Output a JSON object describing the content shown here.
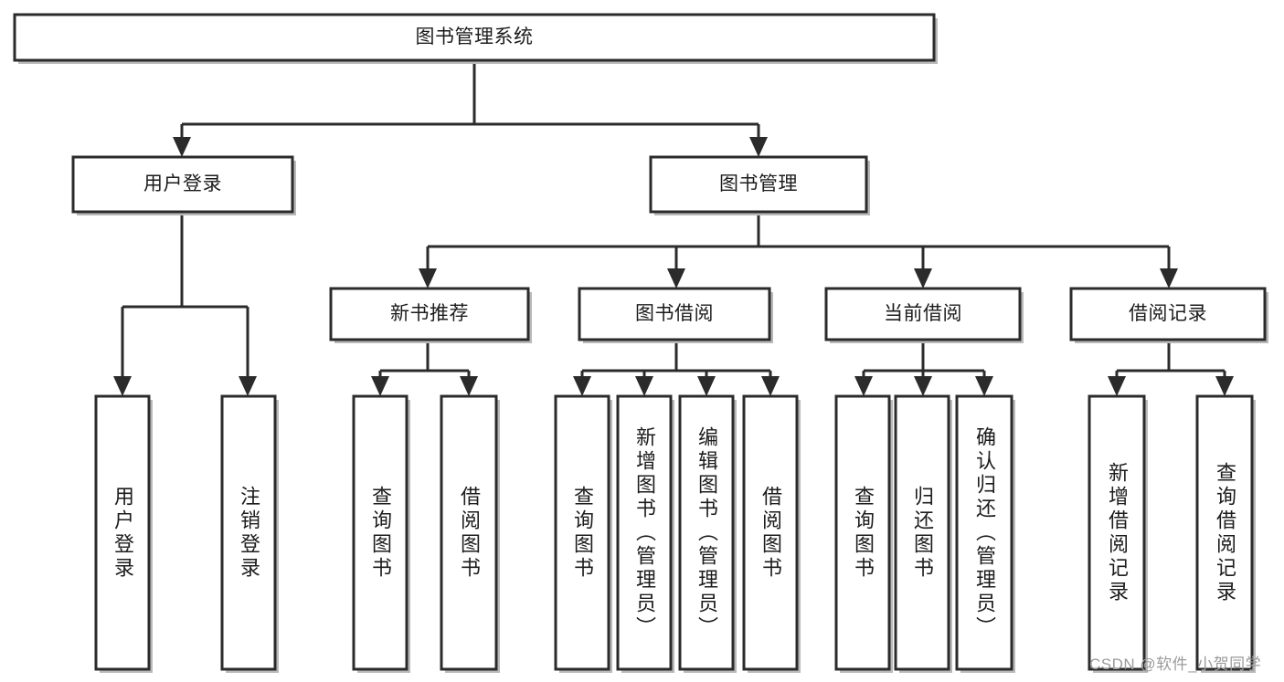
{
  "diagram": {
    "title": "图书管理系统",
    "type": "tree",
    "root": {
      "id": "root",
      "label": "图书管理系统",
      "orientation": "horizontal"
    },
    "tier2": [
      {
        "id": "user-login",
        "label": "用户登录",
        "orientation": "horizontal"
      },
      {
        "id": "book-management",
        "label": "图书管理",
        "orientation": "horizontal"
      }
    ],
    "tier3": [
      {
        "id": "new-book-recommend",
        "label": "新书推荐",
        "orientation": "horizontal",
        "parent": "book-management"
      },
      {
        "id": "book-borrow",
        "label": "图书借阅",
        "orientation": "horizontal",
        "parent": "book-management"
      },
      {
        "id": "current-borrow",
        "label": "当前借阅",
        "orientation": "horizontal",
        "parent": "book-management"
      },
      {
        "id": "borrow-record",
        "label": "借阅记录",
        "orientation": "horizontal",
        "parent": "book-management"
      }
    ],
    "leaves": [
      {
        "id": "leaf-user-login",
        "label": "用户登录",
        "parent": "user-login",
        "orientation": "vertical"
      },
      {
        "id": "leaf-user-logout",
        "label": "注销登录",
        "parent": "user-login",
        "orientation": "vertical"
      },
      {
        "id": "leaf-query-book-1",
        "label": "查询图书",
        "parent": "new-book-recommend",
        "orientation": "vertical"
      },
      {
        "id": "leaf-borrow-book-1",
        "label": "借阅图书",
        "parent": "new-book-recommend",
        "orientation": "vertical"
      },
      {
        "id": "leaf-query-book-2",
        "label": "查询图书",
        "parent": "book-borrow",
        "orientation": "vertical"
      },
      {
        "id": "leaf-add-book",
        "label": "新增图书（管理员）",
        "parent": "book-borrow",
        "orientation": "vertical"
      },
      {
        "id": "leaf-edit-book",
        "label": "编辑图书（管理员）",
        "parent": "book-borrow",
        "orientation": "vertical"
      },
      {
        "id": "leaf-borrow-book-2",
        "label": "借阅图书",
        "parent": "book-borrow",
        "orientation": "vertical"
      },
      {
        "id": "leaf-query-book-3",
        "label": "查询图书",
        "parent": "current-borrow",
        "orientation": "vertical"
      },
      {
        "id": "leaf-return-book",
        "label": "归还图书",
        "parent": "current-borrow",
        "orientation": "vertical"
      },
      {
        "id": "leaf-confirm-return",
        "label": "确认归还（管理员）",
        "parent": "current-borrow",
        "orientation": "vertical"
      },
      {
        "id": "leaf-add-record",
        "label": "新增借阅记录",
        "parent": "borrow-record",
        "orientation": "vertical"
      },
      {
        "id": "leaf-query-record",
        "label": "查询借阅记录",
        "parent": "borrow-record",
        "orientation": "vertical"
      }
    ],
    "colors": {
      "box_fill": "#ffffff",
      "box_border": "#2b2b2b",
      "connector": "#2b2b2b",
      "text": "#1c1c1c",
      "shadow": "#b9b9b9",
      "watermark": "#9b9b9b",
      "background": "#ffffff"
    }
  },
  "watermark": {
    "text": "CSDN @软件_小贺同学"
  }
}
